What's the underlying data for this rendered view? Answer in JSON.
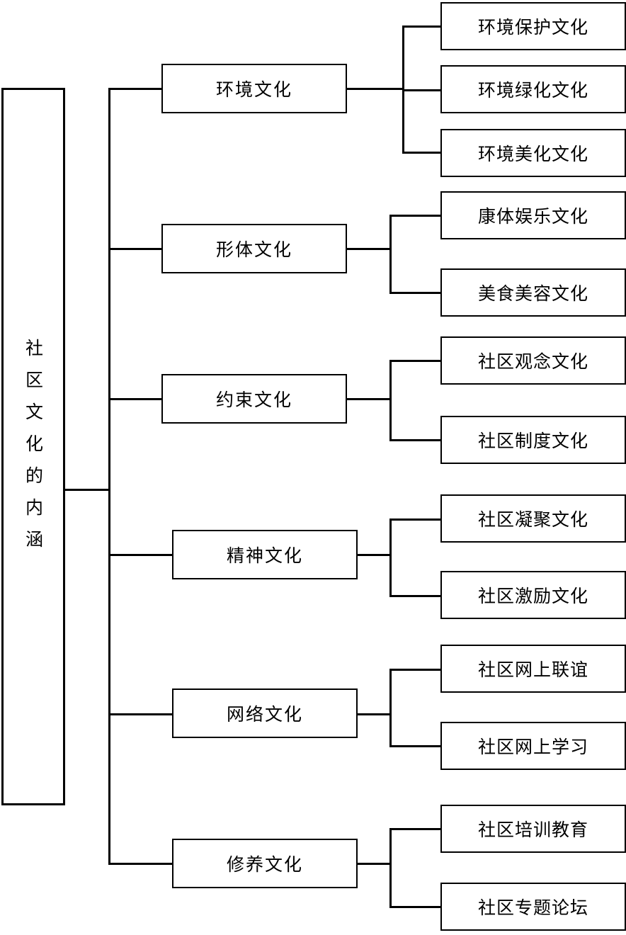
{
  "diagram": {
    "title": "社区文化的内涵",
    "root": {
      "label": "社区文化的内涵"
    },
    "branches": [
      {
        "label": "环境文化",
        "children": [
          {
            "label": "环境保护文化"
          },
          {
            "label": "环境绿化文化"
          },
          {
            "label": "环境美化文化"
          }
        ]
      },
      {
        "label": "形体文化",
        "children": [
          {
            "label": "康体娱乐文化"
          },
          {
            "label": "美食美容文化"
          }
        ]
      },
      {
        "label": "约束文化",
        "children": [
          {
            "label": "社区观念文化"
          },
          {
            "label": "社区制度文化"
          }
        ]
      },
      {
        "label": "精神文化",
        "children": [
          {
            "label": "社区凝聚文化"
          },
          {
            "label": "社区激励文化"
          }
        ]
      },
      {
        "label": "网络文化",
        "children": [
          {
            "label": "社区网上联谊"
          },
          {
            "label": "社区网上学习"
          }
        ]
      },
      {
        "label": "修养文化",
        "children": [
          {
            "label": "社区培训教育"
          },
          {
            "label": "社区专题论坛"
          }
        ]
      }
    ]
  },
  "style": {
    "stroke_color": "#000000",
    "background_color": "#ffffff",
    "text_color": "#000000"
  }
}
